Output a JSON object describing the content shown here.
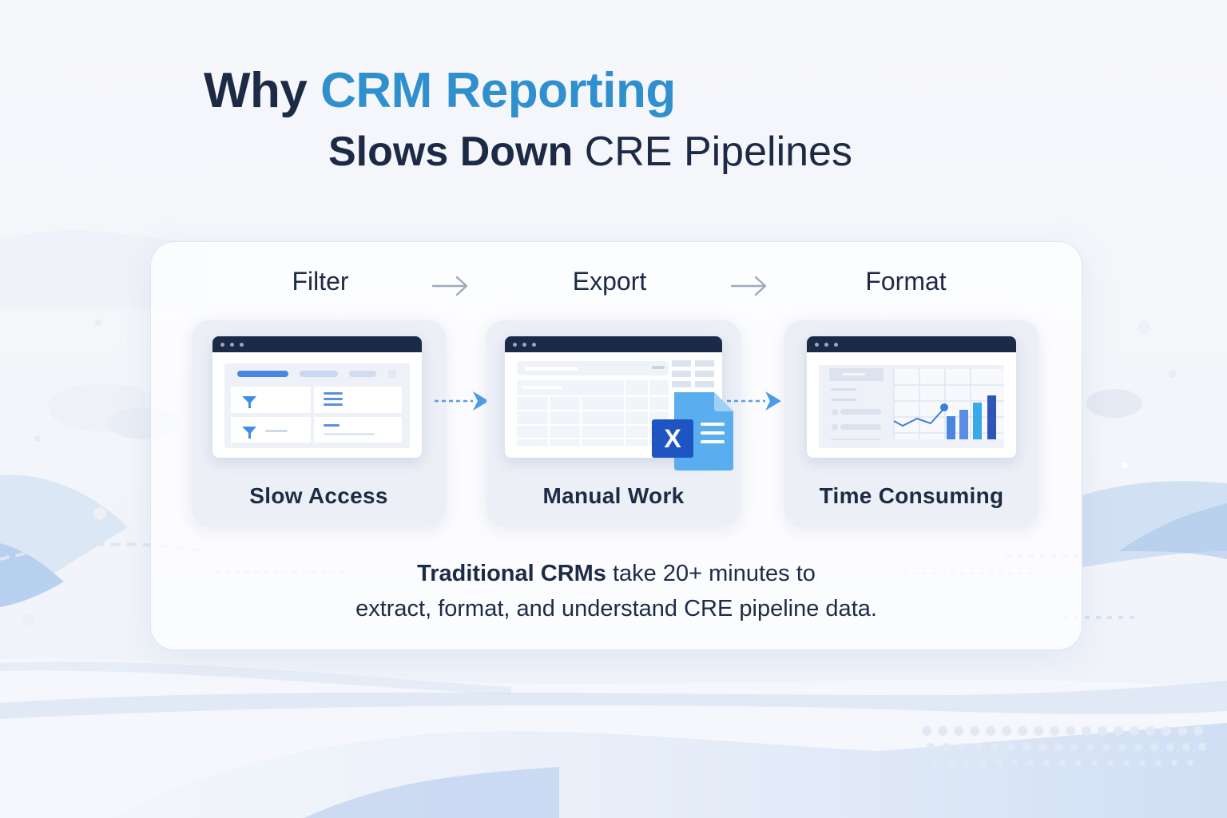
{
  "title": {
    "line1_prefix": "Why",
    "line1_accent": "CRM Reporting",
    "line2_bold": "Slows Down",
    "line2_rest": "CRE Pipelines"
  },
  "steps": [
    {
      "label": "Filter",
      "caption": "Slow Access",
      "icon": "funnel-filter-window-icon"
    },
    {
      "label": "Export",
      "caption": "Manual Work",
      "icon": "spreadsheet-excel-export-icon"
    },
    {
      "label": "Format",
      "caption": "Time Consuming",
      "icon": "chart-report-window-icon"
    }
  ],
  "step_arrow_icon": "right-arrow-icon",
  "flow_arrow_icon": "dashed-right-arrow-icon",
  "summary": {
    "bold": "Traditional CRMs",
    "line1_rest": "take 20+ minutes to",
    "line2": "extract, format, and understand CRE pipeline data."
  },
  "excel_badge_letter": "X",
  "colors": {
    "title_dark": "#1c2a45",
    "title_accent": "#2f90cd",
    "window_bar": "#1b2a47",
    "primary_blue": "#4a86e0",
    "excel_blue": "#1f55c2",
    "doc_blue": "#5aaeef"
  }
}
